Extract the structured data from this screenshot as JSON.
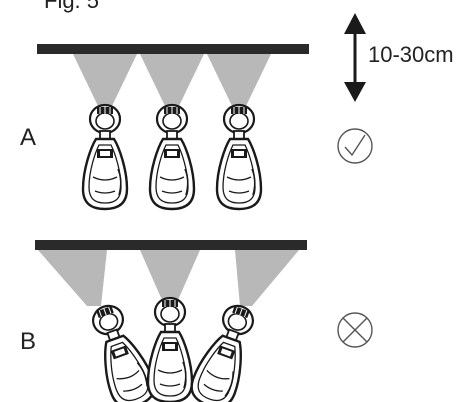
{
  "figure": {
    "caption": "Fig. 5",
    "distance_label": "10-30cm"
  },
  "rows": [
    {
      "label": "A",
      "result_icon": "check-circle-icon",
      "orientation": "straight"
    },
    {
      "label": "B",
      "result_icon": "cross-circle-icon",
      "orientation": "tilted"
    }
  ],
  "colors": {
    "bar": "#2a2a2a",
    "beam": "#b8b8b8",
    "outline": "#1a1a1a",
    "icon": "#555555"
  }
}
